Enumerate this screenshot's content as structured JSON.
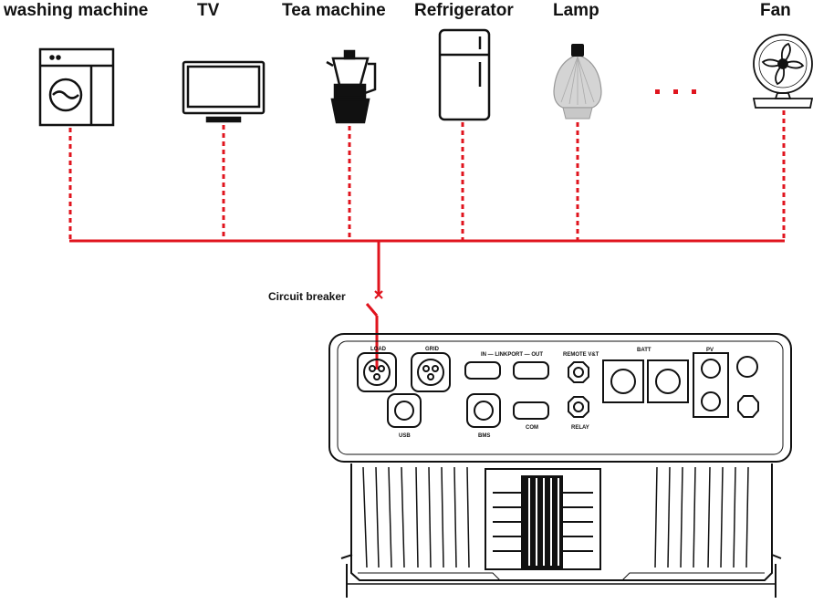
{
  "appliances": [
    {
      "label": "washing machine",
      "icon": "washing-machine-icon"
    },
    {
      "label": "TV",
      "icon": "tv-icon"
    },
    {
      "label": "Tea machine",
      "icon": "tea-machine-icon"
    },
    {
      "label": "Refrigerator",
      "icon": "refrigerator-icon"
    },
    {
      "label": "Lamp",
      "icon": "lamp-icon"
    },
    {
      "label": "Fan",
      "icon": "fan-icon"
    }
  ],
  "breaker_label": "Circuit breaker",
  "ports": {
    "load": "LOAD",
    "grid": "GRID",
    "usb": "USB",
    "bms": "BMS",
    "linkport": "IN — LINKPORT — OUT",
    "com": "COM",
    "remote": "REMOTE V&T",
    "relay": "RELAY",
    "batt": "BATT",
    "pv": "PV"
  },
  "colors": {
    "wire": "#e0141e",
    "line": "#111111"
  }
}
